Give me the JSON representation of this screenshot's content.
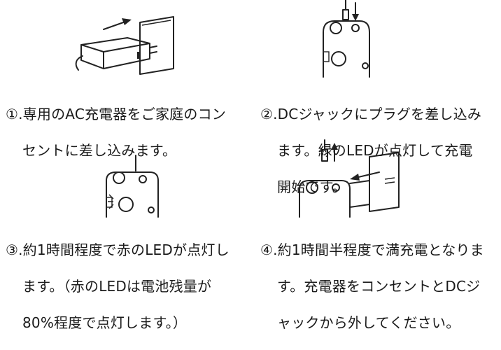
{
  "steps": [
    {
      "lines": [
        "①.専用のAC充電器をご家庭のコン",
        "セントに差し込みます。"
      ]
    },
    {
      "lines": [
        "②.DCジャックにプラグを差し込み",
        "ます。緑のLEDが点灯して充電",
        "開始です。"
      ]
    },
    {
      "lines": [
        "③.約1時間程度で赤のLEDが点灯し",
        "ます。（赤のLEDは電池残量が",
        "80%程度で点灯します。）"
      ]
    },
    {
      "lines": [
        "④.約1時間半程度で満充電となりま",
        "す。充電器をコンセントとDCジ",
        "ャックから外してください。"
      ]
    }
  ],
  "illustrations": [
    {
      "icon": "ac-adapter-into-outlet-icon"
    },
    {
      "icon": "plug-into-dc-jack-icon"
    },
    {
      "icon": "red-led-charging-icon"
    },
    {
      "icon": "unplug-charger-icon"
    }
  ]
}
